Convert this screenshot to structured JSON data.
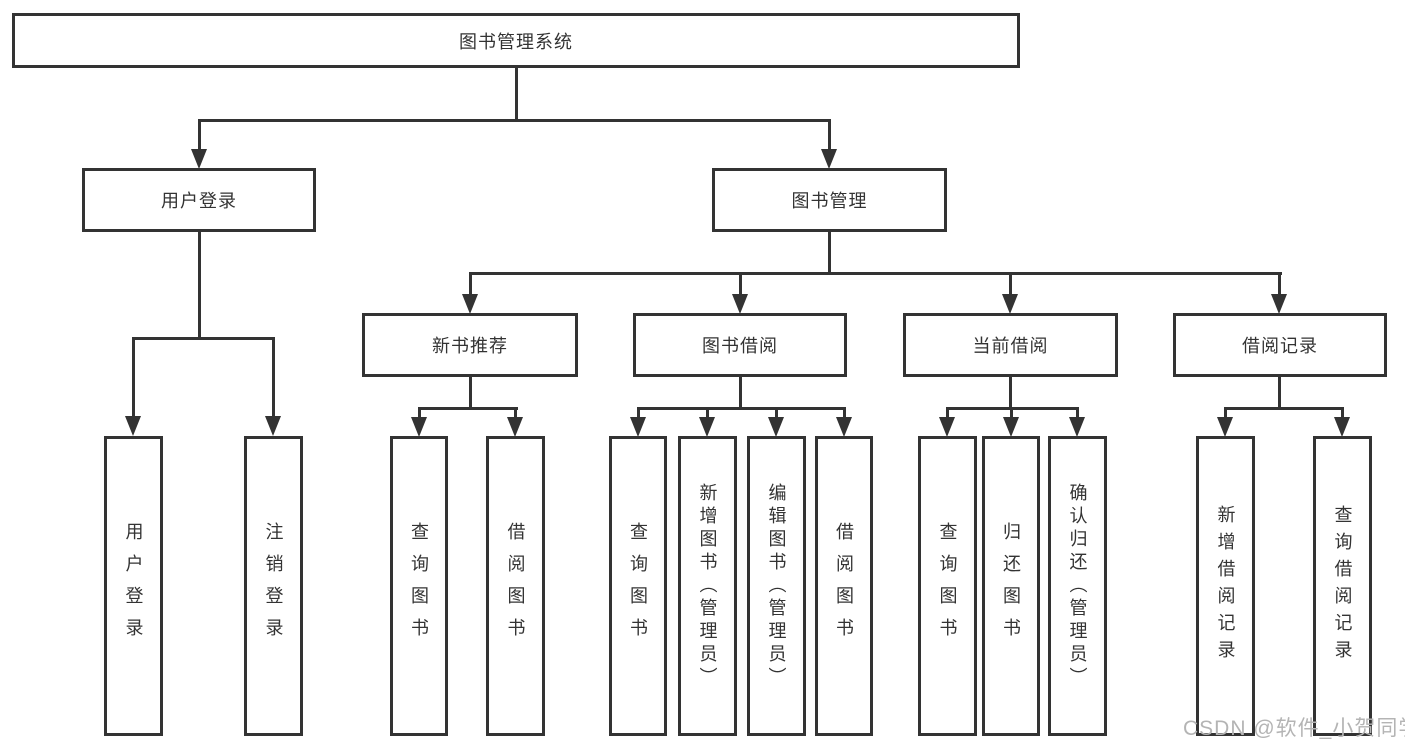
{
  "tree": {
    "root": "图书管理系统",
    "user_login": {
      "label": "用户登录",
      "leaves": [
        "用户登录",
        "注销登录"
      ]
    },
    "book_mgmt": {
      "label": "图书管理",
      "groups": [
        {
          "label": "新书推荐",
          "leaves": [
            "查询图书",
            "借阅图书"
          ]
        },
        {
          "label": "图书借阅",
          "leaves": [
            "查询图书",
            "新增图书（管理员）",
            "编辑图书（管理员）",
            "借阅图书"
          ]
        },
        {
          "label": "当前借阅",
          "leaves": [
            "查询图书",
            "归还图书",
            "确认归还（管理员）"
          ]
        },
        {
          "label": "借阅记录",
          "leaves": [
            "新增借阅记录",
            "查询借阅记录"
          ]
        }
      ]
    }
  },
  "watermark": "CSDN @软件_小贺同学",
  "colors": {
    "line": "#333333",
    "text": "#333333",
    "background": "#ffffff",
    "watermark": "#b4b4b4"
  }
}
